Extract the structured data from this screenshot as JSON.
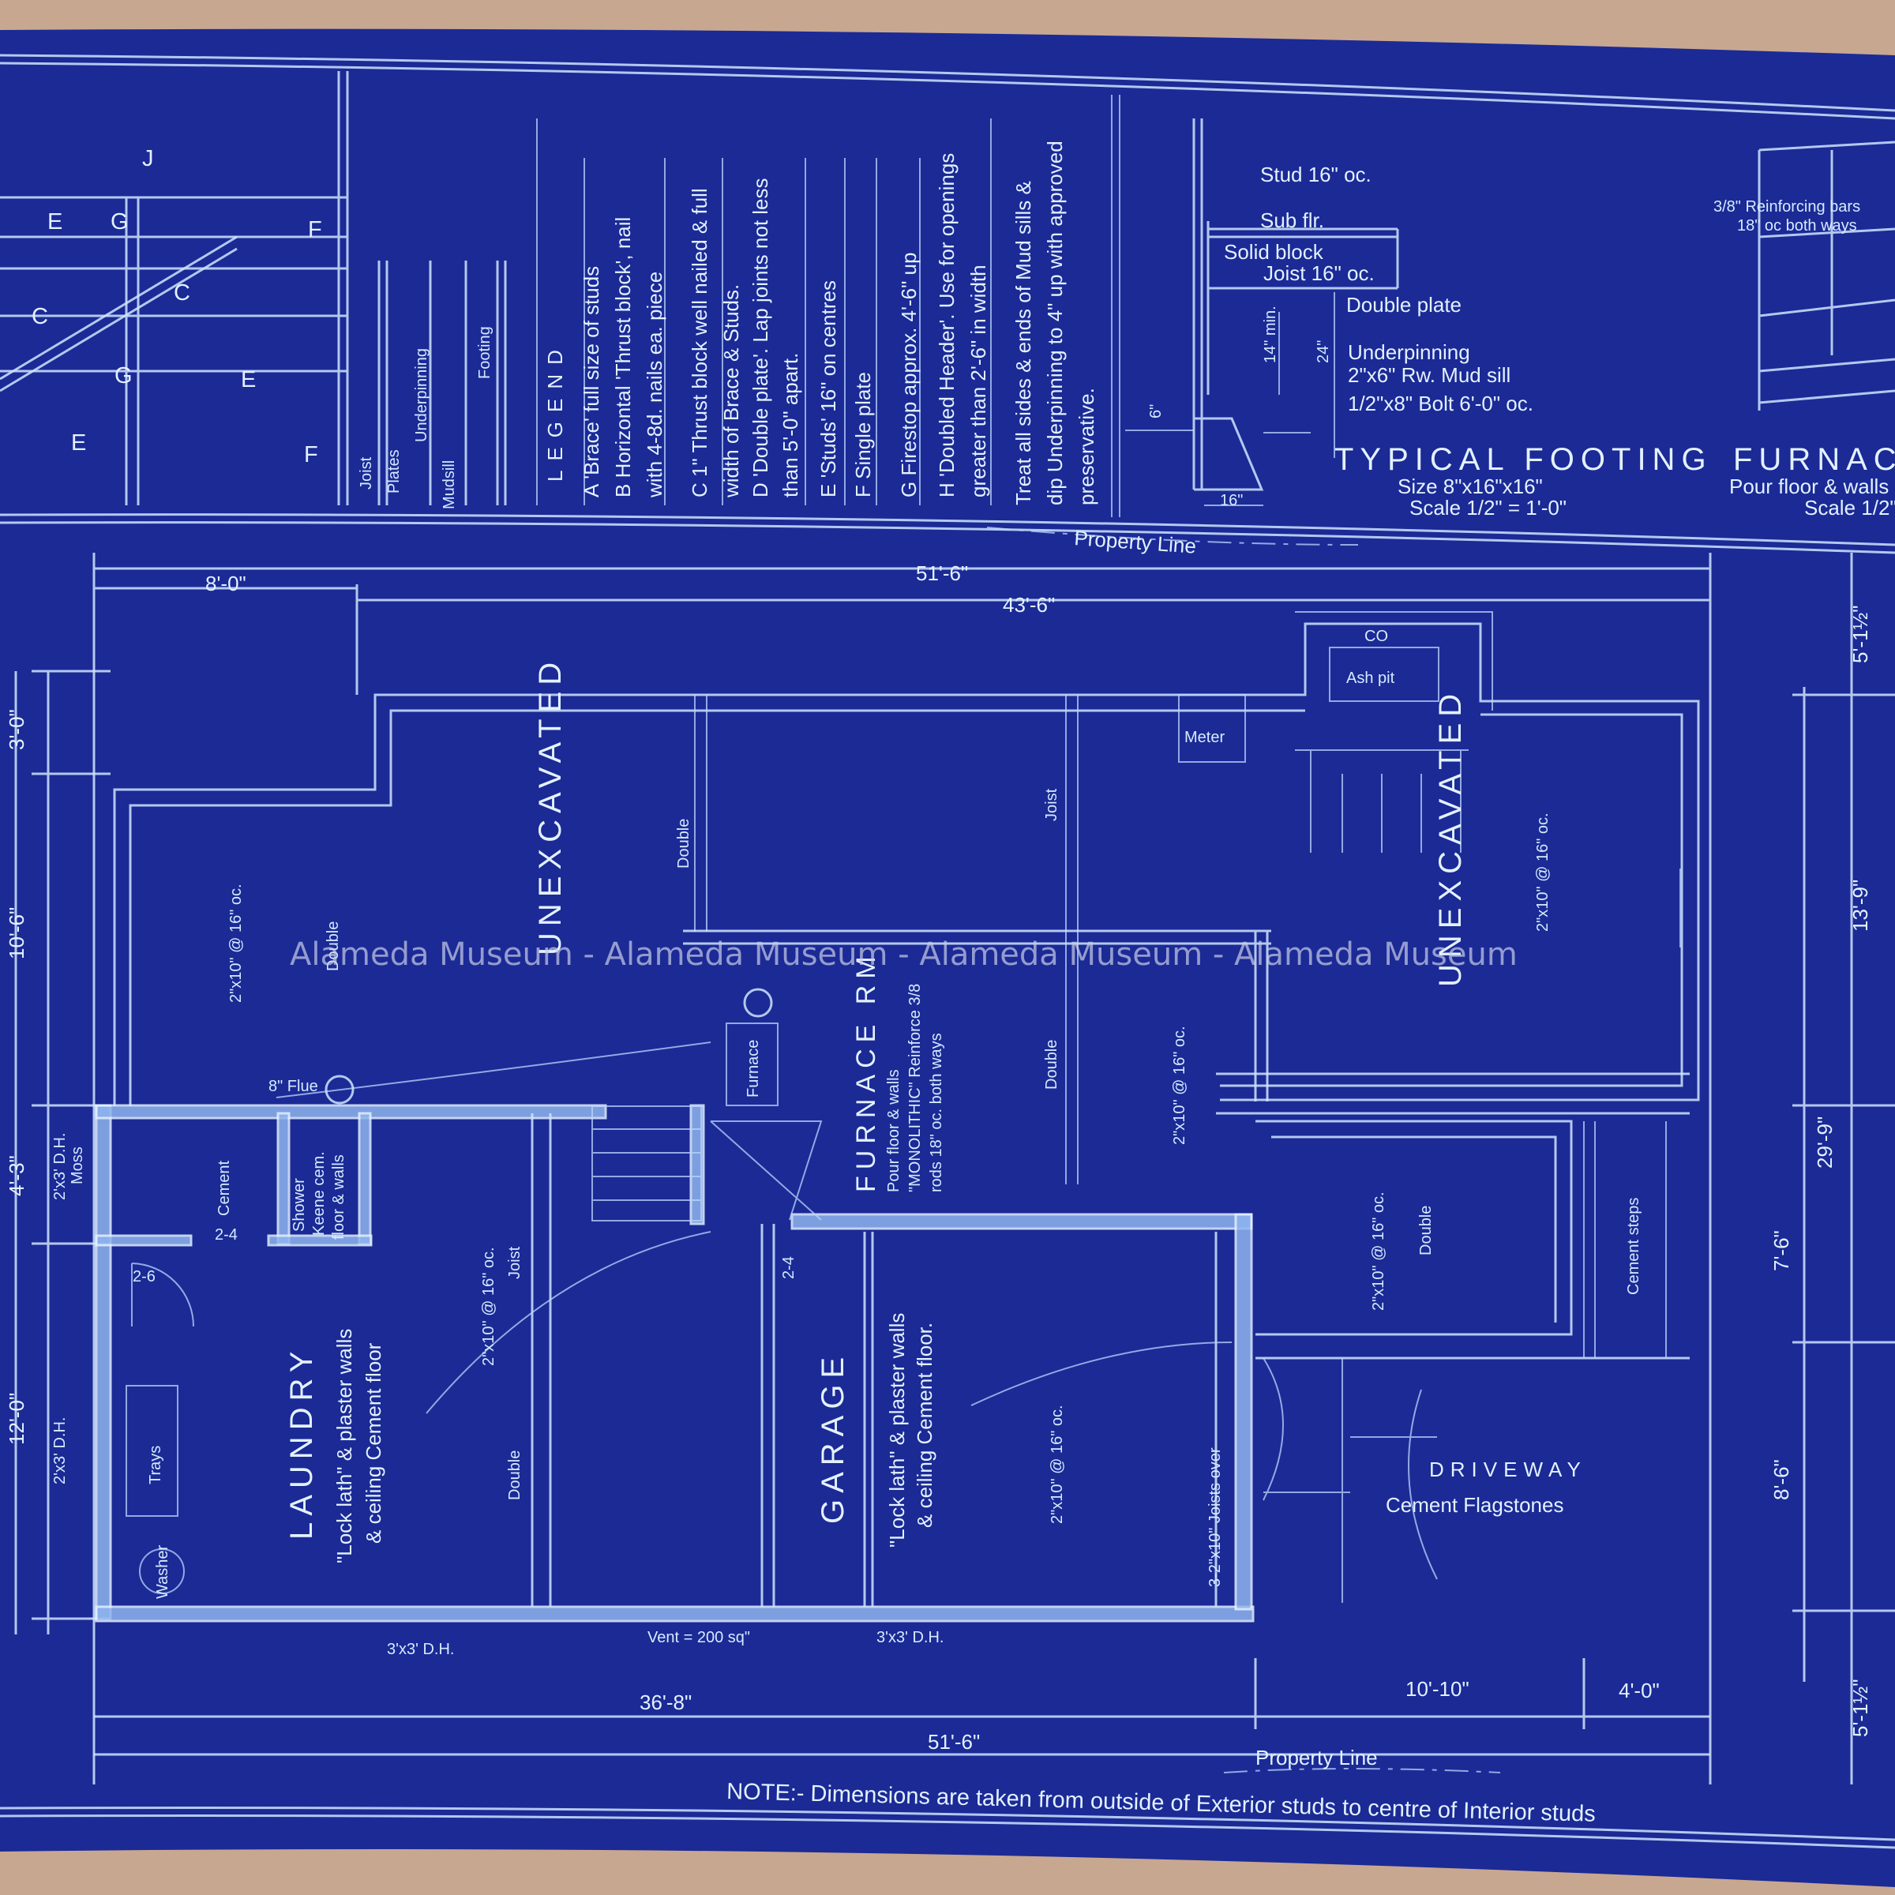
{
  "watermark": "Alameda Museum - Alameda Museum - Alameda Museum - Alameda Museum",
  "colors": {
    "paper": "#c8a791",
    "blueprint": "#1b2a95",
    "line": "#cfe4ff"
  },
  "framing_detail": {
    "labels": [
      "J",
      "E",
      "G",
      "C",
      "F",
      "C",
      "G",
      "E",
      "F",
      "E"
    ],
    "plates": "Plates",
    "underpinning": "Underpinning",
    "joist": "Joist",
    "mudsill": "Mudsill",
    "footing": "Footing"
  },
  "legend": {
    "title": "LEGEND",
    "lines": [
      "A 'Brace' full size of studs",
      "B Horizontal 'Thrust block', nail",
      "with 4-8d. nails ea. piece",
      "C 1\" Thrust block well nailed & full",
      "width of Brace & Studs.",
      "D 'Double plate'. Lap joints not less",
      "than 5'-0\" apart.",
      "E 'Studs' 16\" on centres",
      "F Single plate",
      "G Firestop approx. 4'-6\" up",
      "H 'Doubled Header'. Use for openings",
      "greater than 2'-6\" in width",
      "Treat all sides & ends of Mud sills &",
      "dip Underpinning to 4\" up with approved",
      "preservative."
    ]
  },
  "footing": {
    "stud": "Stud 16\" oc.",
    "subfloor": "Sub flr.",
    "solid_block": "Solid block",
    "joist": "Joist 16\" oc.",
    "double_plate": "Double plate",
    "underpinning": "Underpinning",
    "mudsill": "2\"x6\" Rw. Mud sill",
    "bolt": "1/2\"x8\" Bolt 6'-0\" oc.",
    "min": "14\" min.",
    "dim24": "24\"",
    "dim16": "16\"",
    "dim6": "6\"",
    "title": "TYPICAL FOOTING",
    "size": "Size 8\"x16\"x16\"",
    "scale": "Scale 1/2\" = 1'-0\""
  },
  "furnace_detail": {
    "bars": "3/8\" Reinforcing bars",
    "spacing": "18\" oc both ways",
    "title": "FURNACE",
    "note": "Pour floor & walls",
    "scale": "Scale 1/2\""
  },
  "plan": {
    "property_line_top": "Property Line",
    "property_line_bottom": "Property Line",
    "dims_top": {
      "overall": "51'-6\"",
      "house": "43'-6\"",
      "setback": "8'-0\""
    },
    "dims_left": [
      "3'-0\"",
      "10'-6\"",
      "4'-3\"",
      "12'-0\""
    ],
    "dims_right": [
      "5'-1½\"",
      "13'-9\"",
      "29'-9\"",
      "7'-6\"",
      "8'-6\"",
      "5'-1½\""
    ],
    "dims_bottom": {
      "a": "36'-8\"",
      "b": "10'-10\"",
      "c": "4'-0\"",
      "overall": "51'-6\""
    },
    "unexcavated": "UNEXCAVATED",
    "double": "Double",
    "joist": "Joist",
    "joist_spec": "2\"x10\" @ 16\" oc.",
    "joists_over": "3-2\"x10\" Joists over",
    "laundry": {
      "title": "LAUNDRY",
      "line1": "\"Lock lath\" & plaster walls",
      "line2": "& ceiling  Cement floor"
    },
    "garage": {
      "title": "GARAGE",
      "line1": "\"Lock lath\" & plaster walls",
      "line2": "& ceiling  Cement floor."
    },
    "furnace_rm": {
      "title": "FURNACE RM",
      "line1": "Pour floor & walls",
      "line2": "\"MONOLITHIC\" Reinforce 3/8",
      "line3": "rods 18\" oc. both ways"
    },
    "furnace": "Furnace",
    "ash_pit": "Ash pit",
    "co": "CO",
    "meter": "Meter",
    "flue": "8\" Flue",
    "shower": {
      "l1": "Shower",
      "l2": "Keene cem.",
      "l3": "floor & walls"
    },
    "win_left_top": "2'x3' D.H.",
    "moss": "Moss",
    "win_left_bottom": "2'x3' D.H.",
    "cement": "Cement",
    "door_24": "2-4",
    "door_26": "2-6",
    "door_24b": "2-4",
    "trays": "Trays",
    "washer": "Washer",
    "win_bottom_1": "3'x3' D.H.",
    "vent": "Vent = 200 sq\"",
    "win_bottom_2": "3'x3' D.H.",
    "driveway": "DRIVEWAY",
    "flagstones": "Cement  Flagstones",
    "cement_steps": "Cement steps"
  },
  "note": "NOTE:-  Dimensions are taken from outside of Exterior studs to centre of Interior studs"
}
